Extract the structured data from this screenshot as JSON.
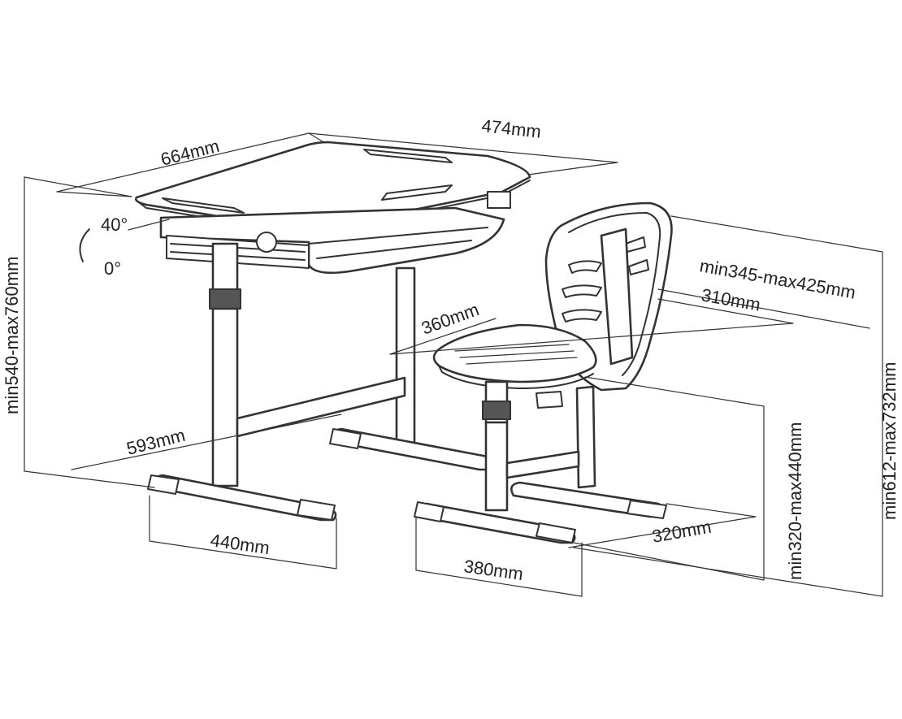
{
  "diagram": {
    "desk": {
      "width_label": "664mm",
      "depth_label": "474mm",
      "tilt_max_label": "40°",
      "tilt_min_label": "0°",
      "height_label": "min540-max760mm",
      "base_depth_label": "593mm",
      "foot_width_label": "440mm"
    },
    "chair": {
      "seat_width_label": "360mm",
      "back_range_label": "min345-max425mm",
      "back_height_label": "310mm",
      "seat_height_label": "min320-max440mm",
      "total_height_label": "min612-max732mm",
      "base_depth_label": "320mm",
      "foot_width_label": "380mm"
    }
  }
}
